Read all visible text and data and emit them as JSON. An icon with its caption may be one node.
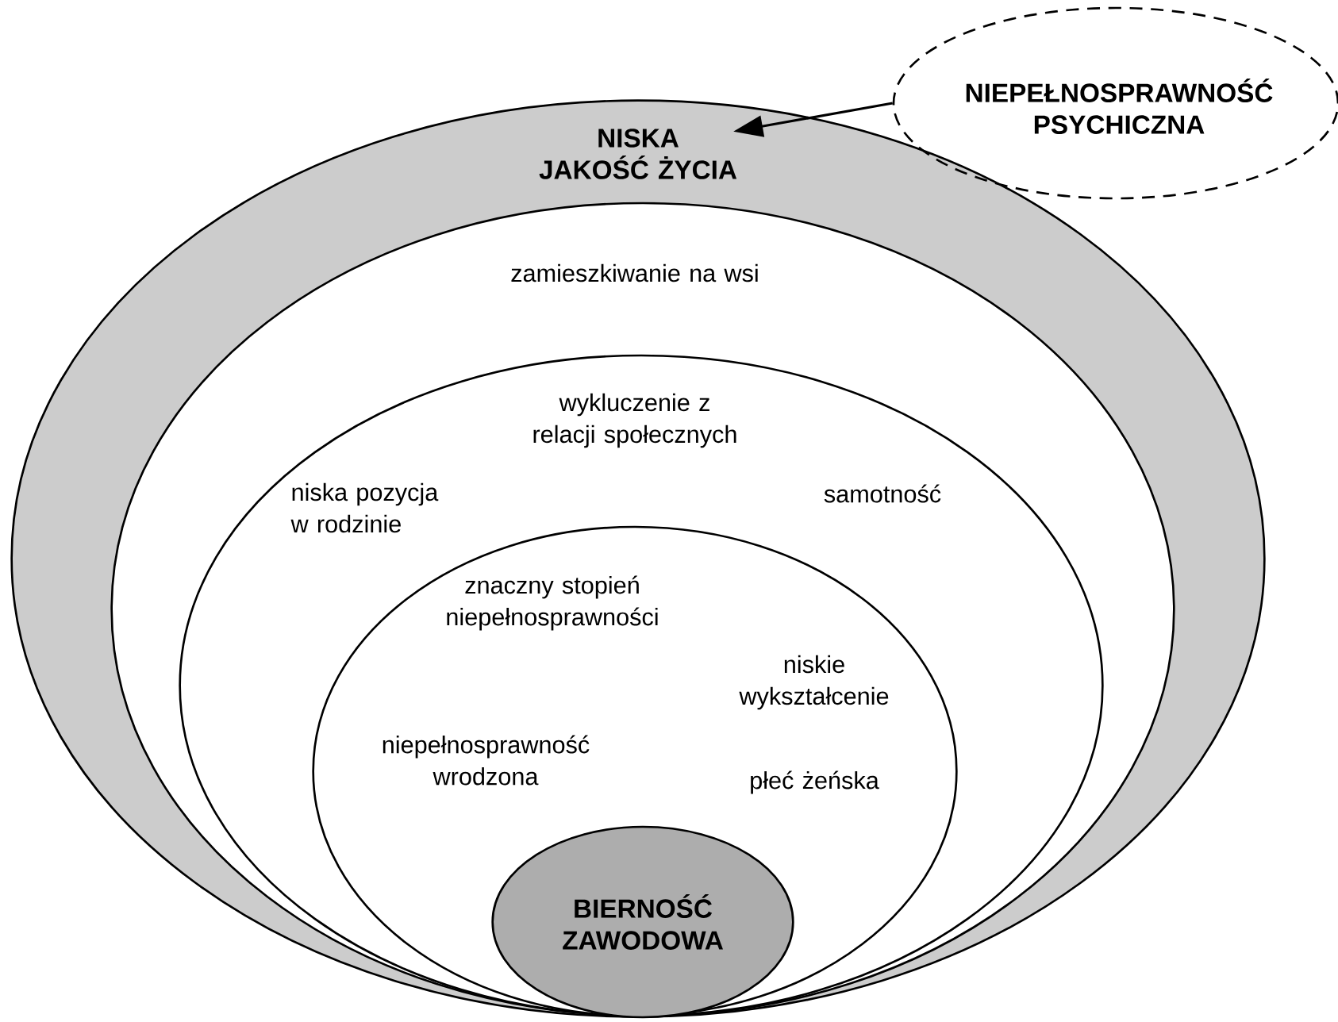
{
  "diagram": {
    "nodes": [
      {
        "text": [
          "NISKA JAKOŚĆ ŻYCIA"
        ]
      },
      {
        "text": [
          "zamieszkiwanie na wsi"
        ],
        "in": 0
      },
      {
        "text": [
          "wykluczenie z relacji społecznych",
          "niska pozycja w rodzinie",
          "samotność"
        ],
        "in": 1
      },
      {
        "text": [
          "znaczny stopień niepełnosprawności",
          "niskie wykształcenie",
          "niepełnosprawność wrodzona",
          "płeć żeńska"
        ],
        "in": 2
      },
      {
        "text": [
          "BIERNOŚĆ ZAWODOWA"
        ],
        "in": 3
      },
      {
        "text": [
          "NIEPEŁNOSPRAWNOŚĆ PSYCHICZNA"
        ]
      }
    ],
    "edges": [
      {
        "from": 5,
        "to": 0,
        "arrow": "to"
      }
    ]
  }
}
